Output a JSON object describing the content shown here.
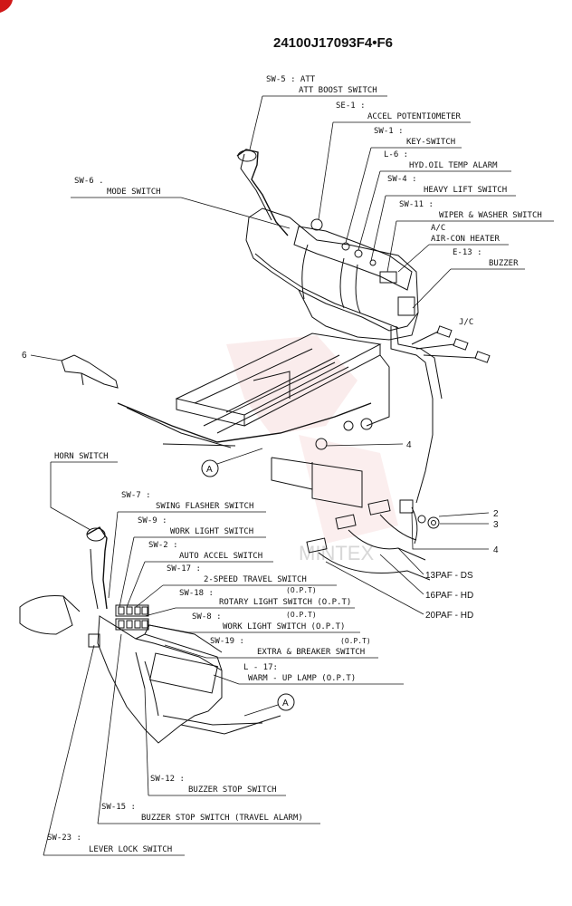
{
  "title": "24100J17093F4•F6",
  "watermark": "MINTEX",
  "top_labels": [
    {
      "code": "SW-5 : ATT",
      "name": "ATT BOOST SWITCH"
    },
    {
      "code": "SE-1 :",
      "name": "ACCEL POTENTIOMETER"
    },
    {
      "code": "SW-1 :",
      "name": "KEY-SWITCH"
    },
    {
      "code": "L-6 :",
      "name": "HYD.OIL TEMP ALARM"
    },
    {
      "code": "SW-4 :",
      "name": "HEAVY LIFT SWITCH"
    },
    {
      "code": "SW-11 :",
      "name": "WIPER & WASHER SWITCH"
    },
    {
      "code": "A/C",
      "name": "AIR-CON HEATER"
    },
    {
      "code": "E-13 :",
      "name": "BUZZER"
    }
  ],
  "mode_switch": {
    "code": "SW-6 .",
    "name": "MODE SWITCH"
  },
  "jc_label": "J/C",
  "item_6": "6",
  "circle_ref": "A",
  "item_4": "4",
  "item_2": "2",
  "item_3": "3",
  "connectors": [
    "13PAF - DS",
    "16PAF - HD",
    "20PAF - HD"
  ],
  "horn_switch": "HORN SWITCH",
  "left_labels": [
    {
      "code": "SW-7 :",
      "name": "SWING FLASHER SWITCH",
      "opt": ""
    },
    {
      "code": "SW-9 :",
      "name": "WORK LIGHT SWITCH",
      "opt": ""
    },
    {
      "code": "SW-2 :",
      "name": "AUTO ACCEL SWITCH",
      "opt": ""
    },
    {
      "code": "SW-17 :",
      "name": "2-SPEED TRAVEL SWITCH",
      "opt": ""
    },
    {
      "code": "SW-18 :",
      "name": "ROTARY LIGHT SWITCH (O.P.T)",
      "opt": "(O.P.T)"
    },
    {
      "code": "SW-8 :",
      "name": "WORK LIGHT SWITCH (O.P.T)",
      "opt": "(O.P.T)"
    },
    {
      "code": "SW-19 :",
      "name": "EXTRA & BREAKER SWITCH",
      "opt": "(O.P.T)"
    },
    {
      "code": "L - 17:",
      "name": "WARM - UP LAMP (O.P.T)",
      "opt": ""
    }
  ],
  "bottom_labels": [
    {
      "code": "SW-12 :",
      "name": "BUZZER STOP SWITCH"
    },
    {
      "code": "SW-15 :",
      "name": "BUZZER STOP SWITCH (TRAVEL ALARM)"
    },
    {
      "code": "SW-23 :",
      "name": "LEVER LOCK SWITCH"
    }
  ]
}
